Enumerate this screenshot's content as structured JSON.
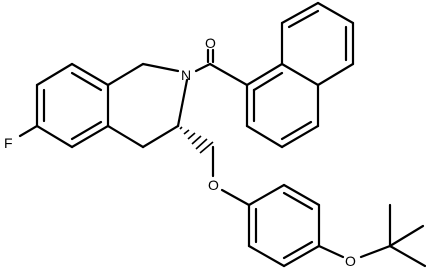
{
  "molecule": {
    "labels": {
      "carbonyl_oxygen": "O",
      "amide_nitrogen": "N",
      "fluorine": "F",
      "ether_oxygen_linker": "O",
      "ether_oxygen_tbutyl": "O"
    }
  }
}
